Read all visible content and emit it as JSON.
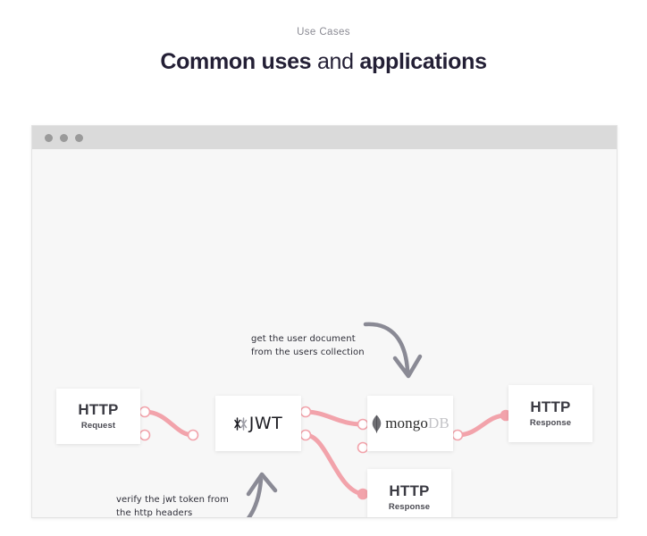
{
  "header": {
    "eyebrow": "Use Cases",
    "title_part1": "Common uses",
    "title_part2": " and ",
    "title_part3": "applications"
  },
  "window": {
    "traffic_lights": [
      "close-dot",
      "minimize-dot",
      "maximize-dot"
    ]
  },
  "diagram": {
    "nodes": [
      {
        "id": "http-request",
        "title": "HTTP",
        "subtitle": "Request"
      },
      {
        "id": "jwt",
        "title": "JWT",
        "subtitle": ""
      },
      {
        "id": "mongodb",
        "title": "mongo",
        "subtitle": "DB"
      },
      {
        "id": "http-response-top",
        "title": "HTTP",
        "subtitle": "Response"
      },
      {
        "id": "http-response-bottom",
        "title": "HTTP",
        "subtitle": "Response"
      }
    ],
    "annotations": [
      {
        "id": "to-mongo",
        "text": "get the user document\nfrom the users collection"
      },
      {
        "id": "to-jwt",
        "text": "verify the jwt token from\nthe http headers"
      }
    ],
    "colors": {
      "wire": "#f2a3ab",
      "arrow": "#8a8a95",
      "canvas": "#f7f7f7",
      "titlebar": "#dadada",
      "node_bg": "#ffffff",
      "title_text": "#231f35",
      "eyebrow_text": "#8a8a93",
      "mongo_db_gray": "#c4c4c8"
    }
  }
}
